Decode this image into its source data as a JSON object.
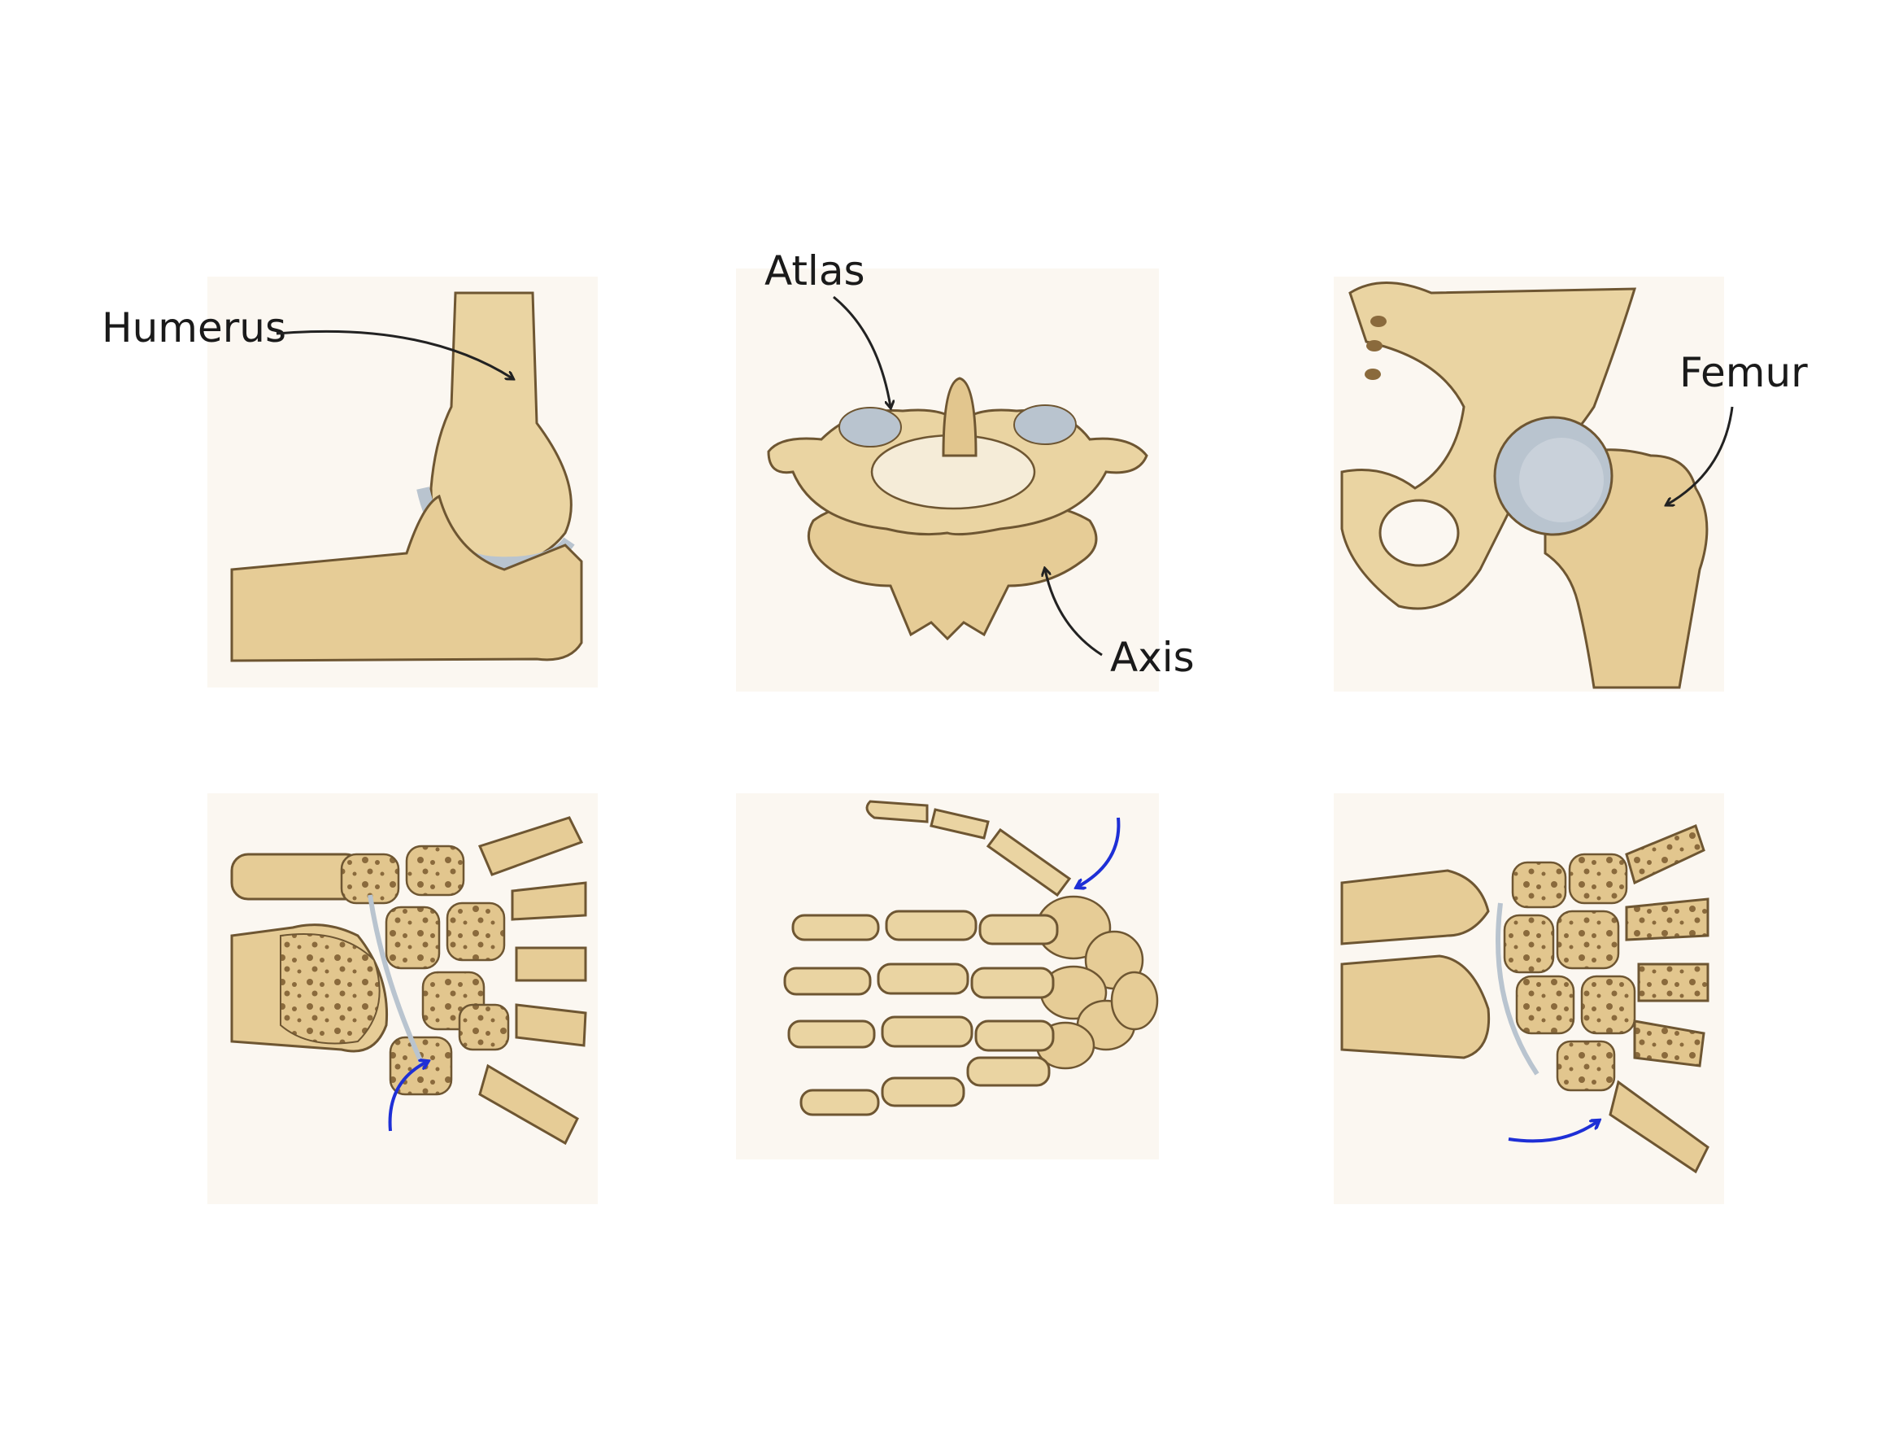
{
  "labels": {
    "humerus": "Humerus",
    "atlas": "Atlas",
    "axis": "Axis",
    "femur": "Femur"
  },
  "colors": {
    "background": "#ffffff",
    "bone": "#ead4a2",
    "bone_shade": "#d9bb80",
    "bone_outline": "#6e5632",
    "cartilage": "#b9c4cf",
    "marrow_spot": "#8a6a3c",
    "label_arrow": "#222222",
    "marker_arrow": "#1e2fd6"
  },
  "panels": [
    {
      "id": "elbow",
      "label_keys": [
        "humerus"
      ]
    },
    {
      "id": "atlanto-axial",
      "label_keys": [
        "atlas",
        "axis"
      ]
    },
    {
      "id": "hip",
      "label_keys": [
        "femur"
      ]
    },
    {
      "id": "wrist-left",
      "label_keys": []
    },
    {
      "id": "hand",
      "label_keys": []
    },
    {
      "id": "wrist-right",
      "label_keys": []
    }
  ]
}
